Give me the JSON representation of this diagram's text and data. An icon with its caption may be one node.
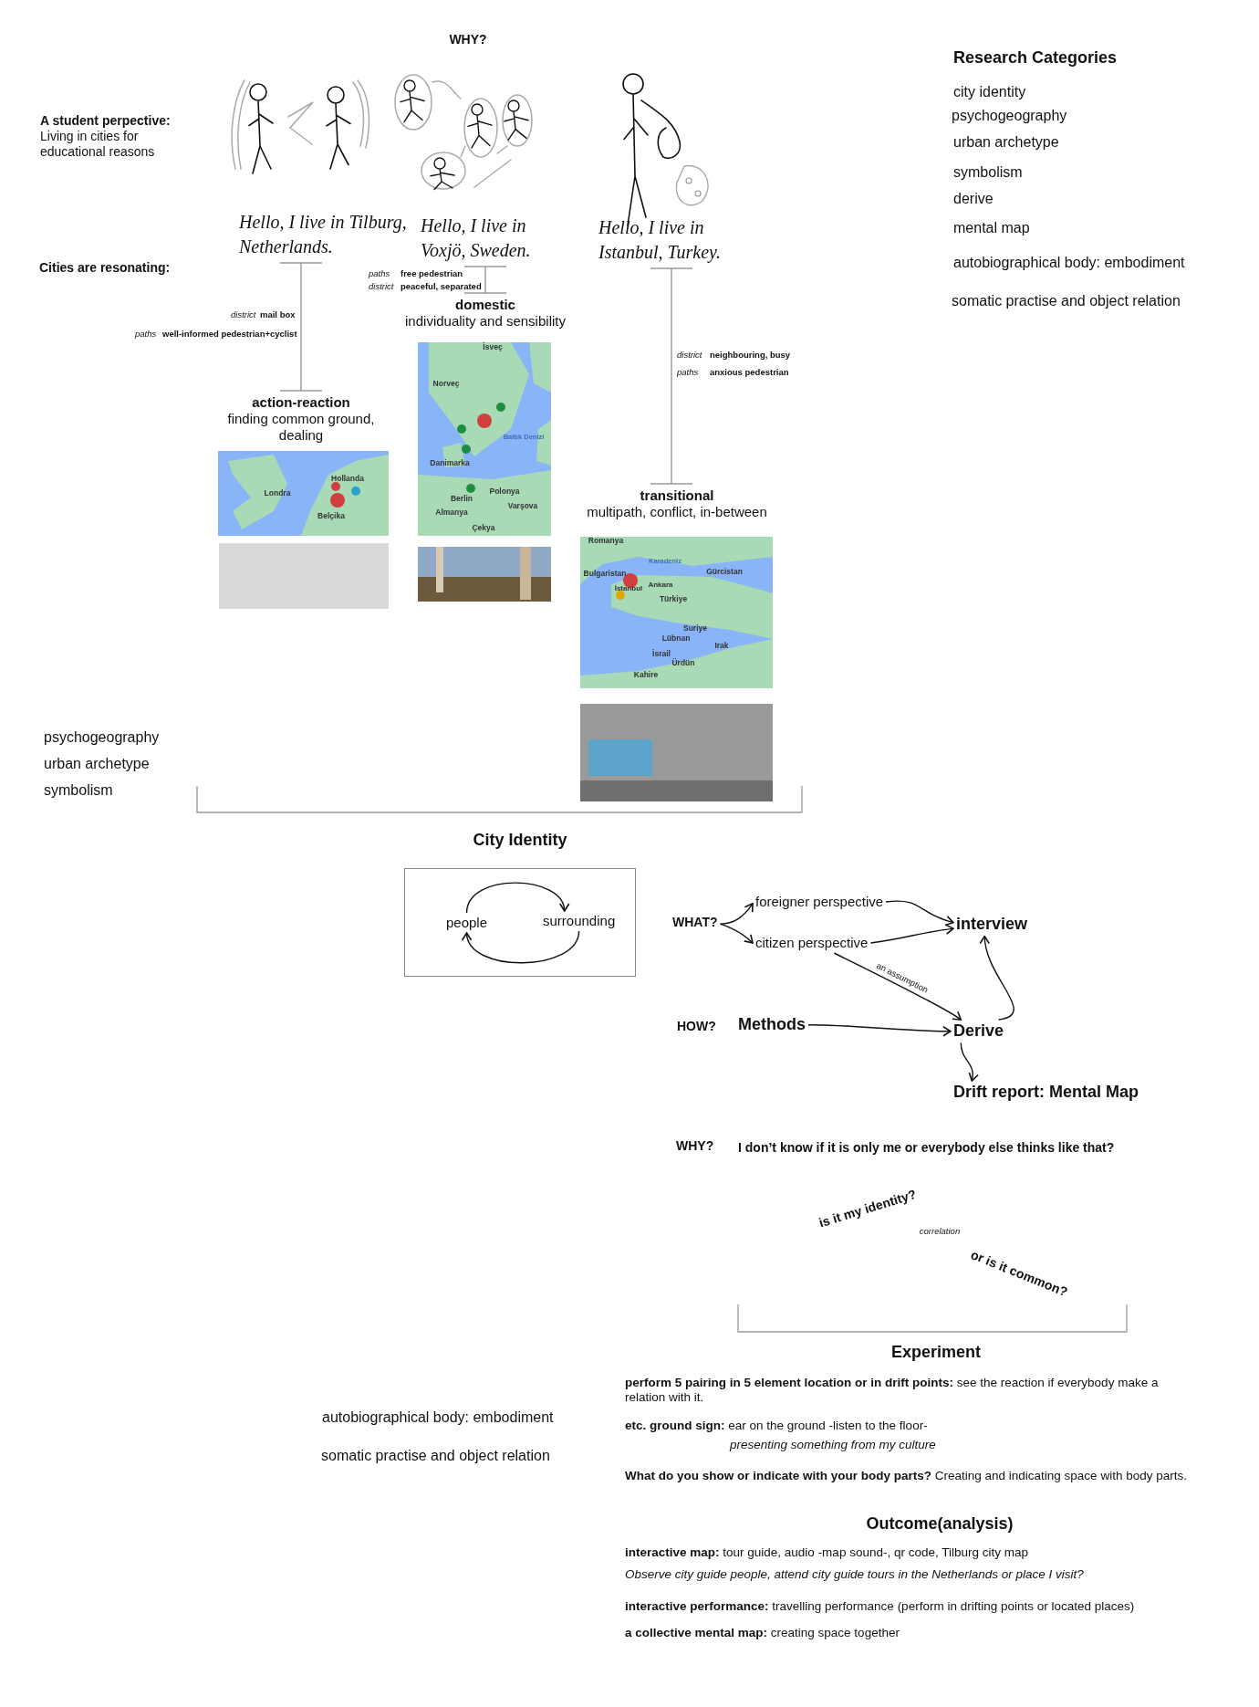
{
  "diagram": {
    "nodes": [
      {
        "text": [
          "Hello, I live in Tilburg, Netherlands."
        ]
      },
      {
        "text": [
          "Hello, I live in Voxjö, Sweden."
        ]
      },
      {
        "text": [
          "Hello, I live in Istanbul, Turkey."
        ]
      },
      {
        "text": [
          "domestic",
          "individuality and sensibility"
        ]
      },
      {
        "text": [
          "action-reaction",
          "finding common ground, dealing"
        ]
      },
      {
        "text": [
          "transitional",
          "multipath, conflict, in-between"
        ]
      },
      {
        "text": [
          "City Identity"
        ]
      },
      {
        "text": [
          "people"
        ],
        "in": 6
      },
      {
        "text": [
          "surrounding"
        ],
        "in": 6
      },
      {
        "text": [
          "foreigner perspective"
        ]
      },
      {
        "text": [
          "WHAT?"
        ]
      },
      {
        "text": [
          "interview"
        ]
      },
      {
        "text": [
          "citizen perspective"
        ]
      },
      {
        "text": [
          "Methods"
        ]
      },
      {
        "text": [
          "Derive"
        ]
      },
      {
        "text": [
          "Drift report: Mental Map"
        ]
      }
    ],
    "edges": [
      {
        "from": 0,
        "to": 4,
        "arrow": "other",
        "color": "#999999"
      },
      {
        "from": 1,
        "to": 3,
        "arrow": "other",
        "color": "#999999"
      },
      {
        "from": 2,
        "to": 5,
        "arrow": "other",
        "color": "#999999"
      },
      {
        "from": 7,
        "to": 8,
        "arrow": "to"
      },
      {
        "from": 8,
        "to": 7,
        "arrow": "to"
      },
      {
        "from": 10,
        "to": 9,
        "arrow": "to"
      },
      {
        "from": 10,
        "to": 12,
        "arrow": "to"
      },
      {
        "from": 9,
        "to": 11,
        "arrow": "to"
      },
      {
        "from": 12,
        "to": 11,
        "arrow": "to"
      },
      {
        "from": 12,
        "to": 14,
        "arrow": "to",
        "label": "an assumption"
      },
      {
        "from": 14,
        "to": 11,
        "arrow": "to"
      },
      {
        "from": 13,
        "to": 14,
        "arrow": "to"
      },
      {
        "from": 14,
        "to": 15,
        "arrow": "to"
      }
    ],
    "labels": [
      "WHY?",
      "Research Categories",
      "city identity",
      "psychogeography",
      "urban archetype",
      "symbolism",
      "derive",
      "mental map",
      "autobiographical body: embodiment",
      "somatic practise and object relation",
      "A student perpective:",
      "Living in cities for educational reasons",
      "Cities are resonating:",
      "paths",
      "free pedestrian",
      "district",
      "peaceful, separated",
      "district",
      "mail box",
      "paths",
      "well-informed pedestrian+cyclist",
      "district",
      "neighbouring, busy",
      "paths",
      "anxious pedestrian",
      "Londra",
      "Hollanda",
      "Belçika",
      "İsveç",
      "Norveç",
      "Baltık Denizi",
      "Danimarka",
      "Polonya",
      "Berlin",
      "Varşova",
      "Almanya",
      "Çekya",
      "Romanya",
      "Karadeniz",
      "Bulgaristan",
      "Gürcistan",
      "İstanbul",
      "Ankara",
      "Türkiye",
      "Suriye",
      "Lübnan",
      "Irak",
      "İsrail",
      "Ürdün",
      "Kahire",
      "psychogeography",
      "urban archetype",
      "symbolism",
      "HOW?",
      "WHY?",
      "I don’t know if it is only me or everybody else thinks like that?",
      "is it my identity?",
      "correlation",
      "or is it common?",
      "Experiment",
      "**perform 5 pairing in 5 element location or in drift points:** see the reaction if everybody make a relation with it.",
      "autobiographical body: embodiment",
      "**etc. ground sign:** ear on the ground -listen to the floor-",
      "somatic practise and object relation",
      "presenting something from my culture",
      "**What do you show or indicate with your body parts?** Creating and indicating space with body parts.",
      "Outcome(analysis)",
      "**interactive map:** tour guide, audio -map sound-, qr code, Tilburg city map",
      "Observe city guide people, attend city guide tours in the Netherlands or place I visit?",
      "**interactive performance:** travelling performance (perform in drifting points or located places)",
      "**a collective mental map:** creating space together"
    ]
  }
}
